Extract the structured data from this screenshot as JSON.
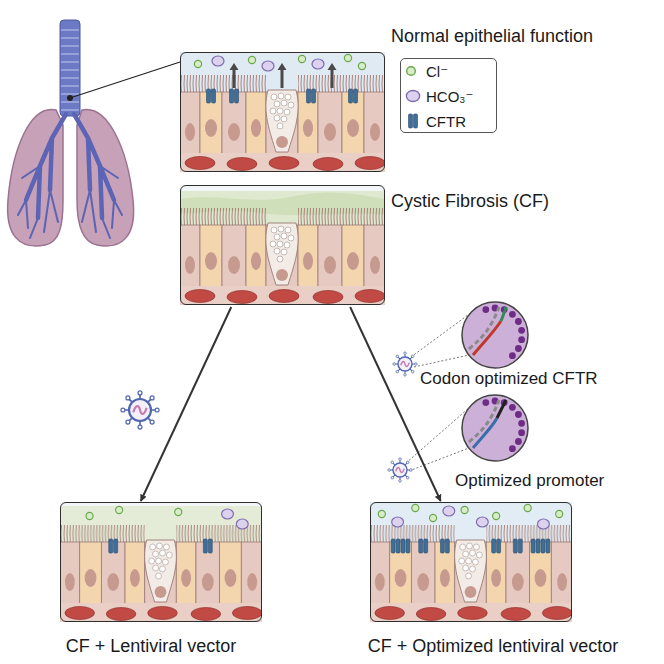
{
  "diagram": {
    "nodes": [
      {
        "text": [
          "Normal epithelial function"
        ]
      },
      {
        "text": [
          "Cystic Fibrosis (CF)"
        ]
      },
      {
        "text": [
          "CF + Lentiviral vector"
        ]
      },
      {
        "text": [
          "CF + Optimized lentiviral vector"
        ]
      }
    ],
    "edges": [
      {
        "from": 1,
        "to": 2,
        "arrow": "to"
      },
      {
        "from": 1,
        "to": 3,
        "arrow": "to"
      }
    ],
    "labels": [
      "Codon optimized CFTR",
      "Optimized promoter"
    ],
    "legend": [
      {
        "text": "Cl⁻"
      },
      {
        "text": "HCO₃⁻"
      },
      {
        "text": "CFTR"
      }
    ]
  }
}
